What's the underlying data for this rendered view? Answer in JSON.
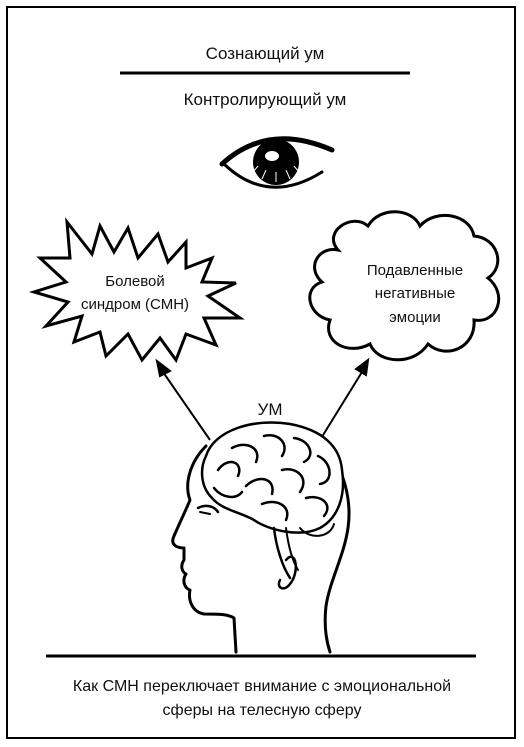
{
  "labels": {
    "conscious_mind": "Сознающий ум",
    "controlling_mind": "Контролирующий ум",
    "pain_line1": "Болевой",
    "pain_line2": "синдром (СМН)",
    "emotions_line1": "Подавленные",
    "emotions_line2": "негативные",
    "emotions_line3": "эмоции",
    "mind": "УМ",
    "caption_line1": "Как СМН переключает внимание с эмоциональной",
    "caption_line2": "сферы на телесную сферу"
  },
  "icons": {
    "eye": "eye-icon",
    "head": "head-with-brain-icon",
    "starburst": "starburst-icon",
    "cloud": "cloud-icon"
  },
  "colors": {
    "ink": "#000000",
    "background": "#ffffff"
  }
}
